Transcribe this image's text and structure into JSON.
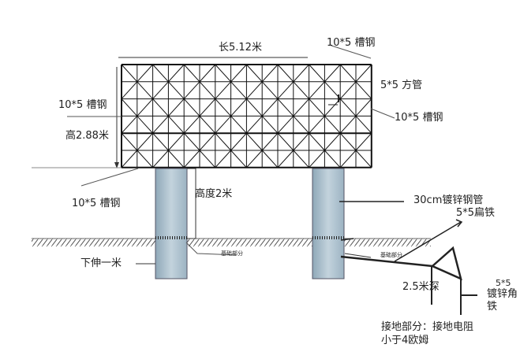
{
  "labels": {
    "length": "长5.12米",
    "top_channel": "10*5 槽钢",
    "square_tube": "5*5 方管",
    "right_channel": "10*5 槽钢",
    "left_channel": "10*5 槽钢",
    "height": "高2.88米",
    "bottom_channel": "10*5 槽钢",
    "post_height": "高度2米",
    "pipe": "30cm镀锌钢管",
    "flat_iron": "5*5扁铁",
    "foundation_left": "基础部分",
    "foundation_right": "基础部分",
    "extend_down": "下伸一米",
    "depth": "2.5米深",
    "angle_size": "5*5",
    "angle_iron_1": "镀锌角",
    "angle_iron_2": "铁",
    "grounding_1": "接地部分：接地电阻",
    "grounding_2": "小于4欧姆"
  }
}
